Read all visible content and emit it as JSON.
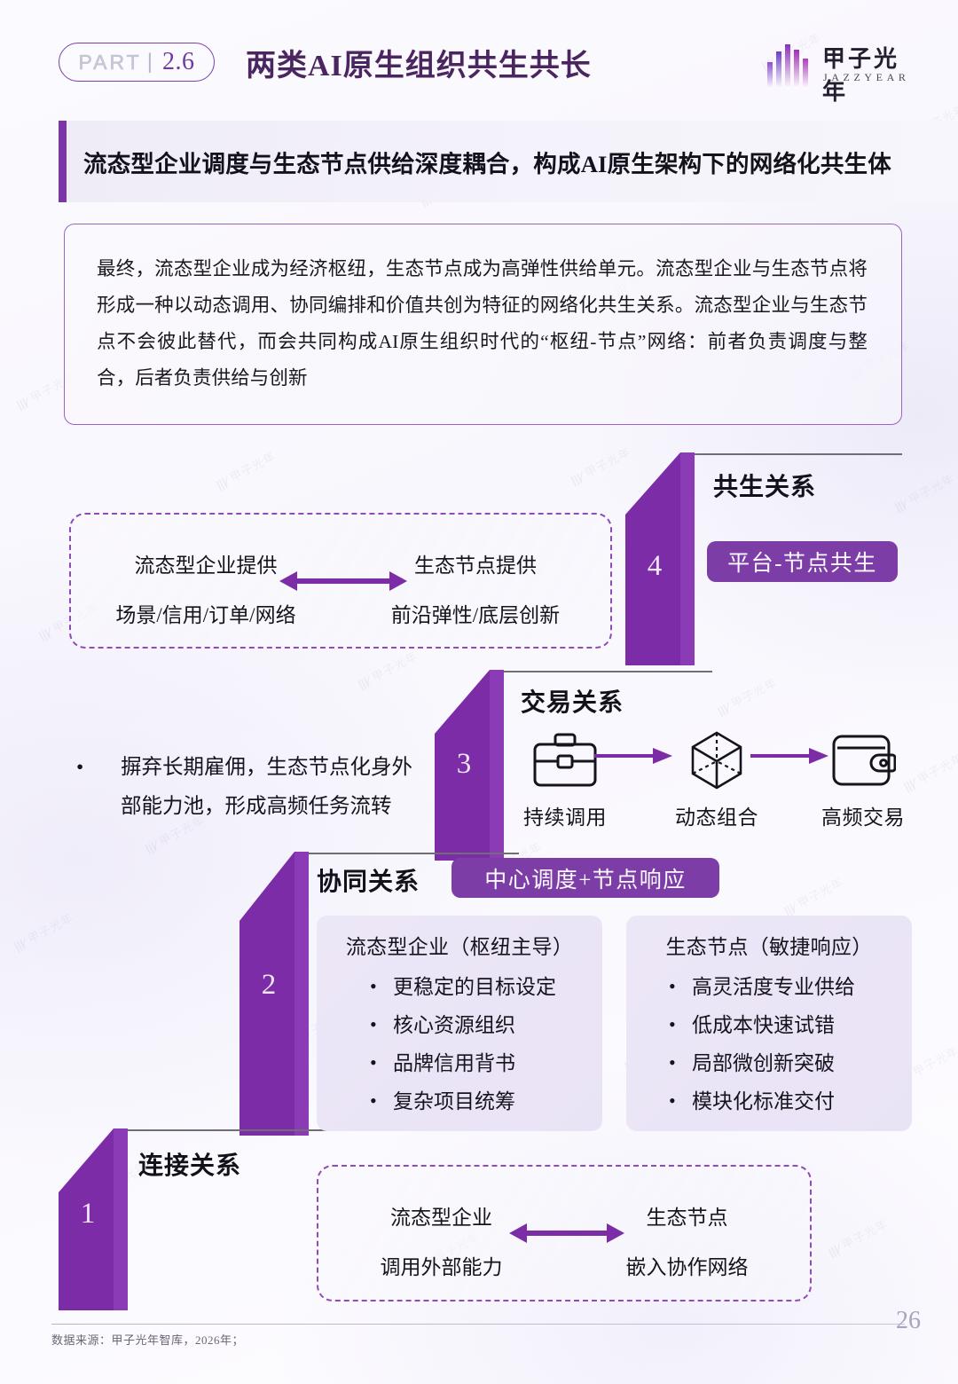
{
  "header": {
    "part_word": "PART",
    "part_sep": "|",
    "part_num": "2.6",
    "title": "两类AI原生组织共生共长",
    "logo_cn": "甲子光年",
    "logo_en": "JAZZYEAR"
  },
  "subtitle": "流态型企业调度与生态节点供给深度耦合，构成AI原生架构下的网络化共生体",
  "intro": "最终，流态型企业成为经济枢纽，生态节点成为高弹性供给单元。流态型企业与生态节点将形成一种以动态调用、协同编排和价值共创为特征的网络化共生关系。流态型企业与生态节点不会彼此替代，而会共同构成AI原生组织时代的“枢纽-节点”网络：前者负责调度与整合，后者负责供给与创新",
  "steps": {
    "step4": {
      "number": "4",
      "title": "共生关系",
      "badge": "平台-节点共生",
      "card": {
        "left_top": "流态型企业提供",
        "left_bottom": "场景/信用/订单/网络",
        "right_top": "生态节点提供",
        "right_bottom": "前沿弹性/底层创新"
      }
    },
    "step3": {
      "number": "3",
      "title": "交易关系",
      "bullet": {
        "line1": "摒弃长期雇佣，生态节点化身外",
        "line2": "部能力池，形成高频任务流转"
      },
      "flow": [
        {
          "icon": "briefcase-icon",
          "label": "持续调用"
        },
        {
          "icon": "cube-icon",
          "label": "动态组合"
        },
        {
          "icon": "wallet-icon",
          "label": "高频交易"
        }
      ]
    },
    "step2": {
      "number": "2",
      "title": "协同关系",
      "badge": "中心调度+节点响应",
      "panel_left": {
        "head": "流态型企业（枢纽主导）",
        "items": [
          "更稳定的目标设定",
          "核心资源组织",
          "品牌信用背书",
          "复杂项目统筹"
        ]
      },
      "panel_right": {
        "head": "生态节点（敏捷响应）",
        "items": [
          "高灵活度专业供给",
          "低成本快速试错",
          "局部微创新突破",
          "模块化标准交付"
        ]
      }
    },
    "step1": {
      "number": "1",
      "title": "连接关系",
      "card": {
        "left_top": "流态型企业",
        "left_bottom": "调用外部能力",
        "right_top": "生态节点",
        "right_bottom": "嵌入协作网络"
      }
    }
  },
  "footer": {
    "source": "数据来源：甲子光年智库，2026年；",
    "page": "26"
  },
  "colors": {
    "purple": "#7b2ca6",
    "purple_dark": "#63228a",
    "badge": "#7c3ea6",
    "accent": "#7b35a6",
    "panel_bg": "#ece7f7",
    "tread": "#6f6e74"
  },
  "watermark": {
    "cn": "甲子光年",
    "mark": "|||"
  }
}
